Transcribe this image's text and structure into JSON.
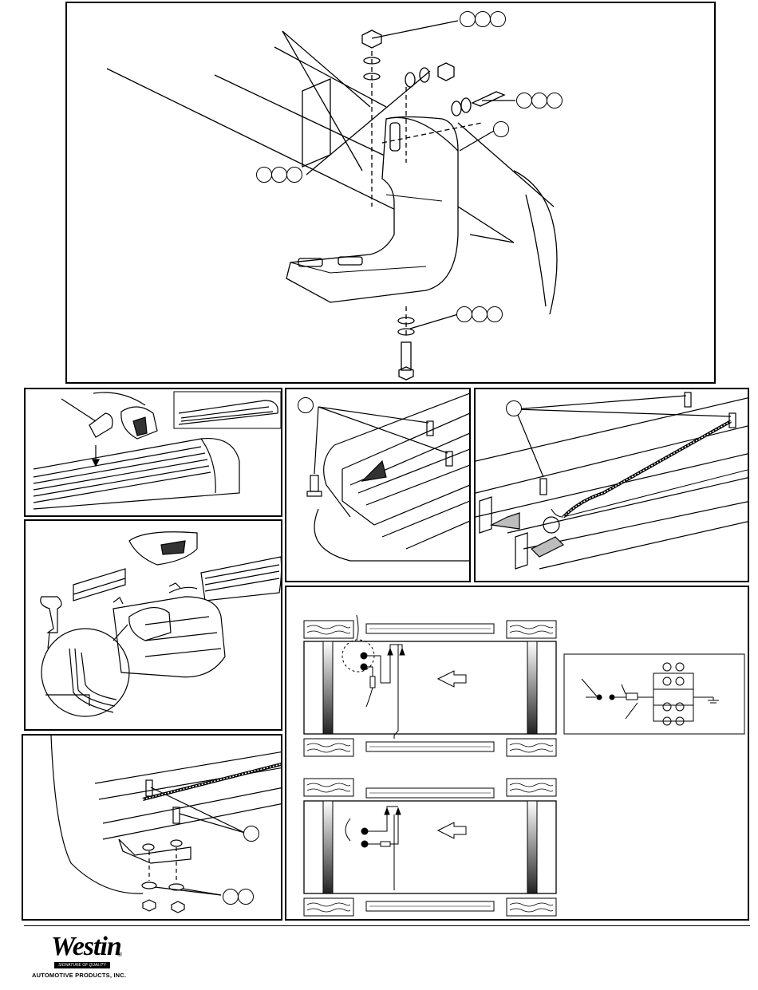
{
  "logo": {
    "wordmark": "Westin",
    "registered": "®",
    "tagline": "SIGNATURE OF QUALITY",
    "company": "AUTOMOTIVE PRODUCTS, INC."
  },
  "colors": {
    "line": "#000000",
    "fill": "#ffffff",
    "shade": "#bdbdbd",
    "dark": "#333333"
  },
  "icons": [
    "arrow-left-icon",
    "lamp-icon",
    "ground-icon",
    "fuse-icon",
    "bolt-icon",
    "nut-icon",
    "washer-icon"
  ]
}
